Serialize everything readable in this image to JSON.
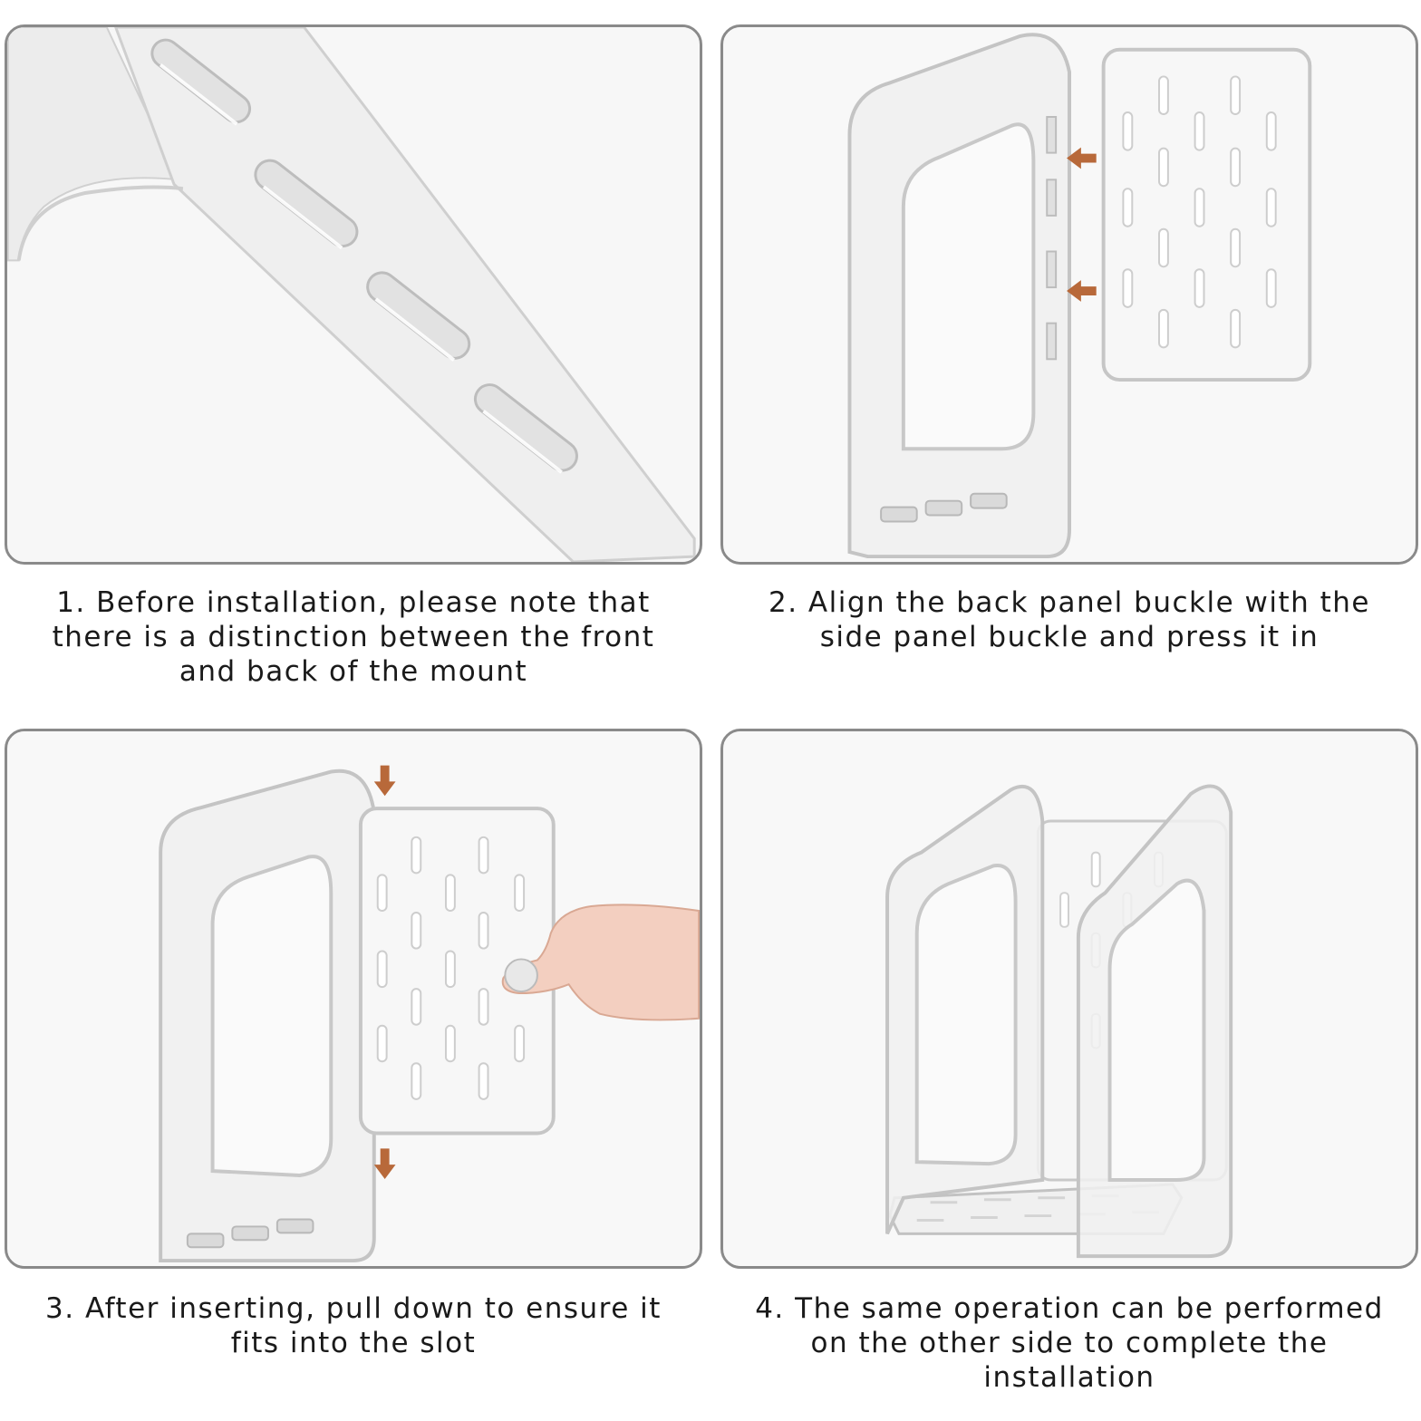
{
  "steps": [
    {
      "caption": "1. Before installation, please note that\nthere is a distinction between the front\nand back of the mount",
      "image": "acrylic-slotted-arm-closeup"
    },
    {
      "caption": "2. Align the back panel buckle with the\nside panel buckle and press it in",
      "image": "side-and-back-panel-alignment"
    },
    {
      "caption": "3. After inserting, pull down to ensure it\nfits into the slot",
      "image": "hand-pulling-panel-down"
    },
    {
      "caption": "4. The same operation can be performed\non the other side to complete the\ninstallation",
      "image": "assembled-acrylic-bookend"
    }
  ],
  "colors": {
    "arrow": "#b8693a",
    "panel_border": "#8a8a8a",
    "acrylic_edge": "#c8c8c8",
    "background": "#f6f6f6"
  }
}
